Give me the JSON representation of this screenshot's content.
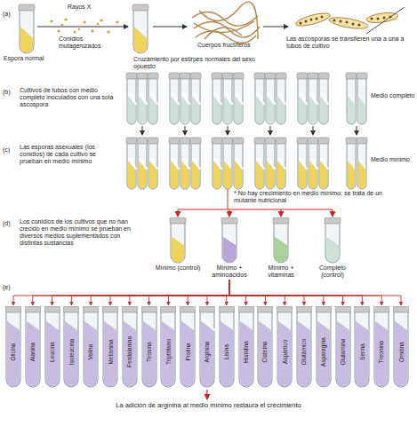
{
  "diagram": {
    "caption": "La adición de arginina al medio mínimo restaura el crecimiento",
    "nodes": [
      {
        "text": [
          "Mínimo (control)"
        ]
      },
      {
        "text": [
          "Mínimo + aminoácidos"
        ]
      },
      {
        "text": [
          "Mínimo + vitaminas"
        ]
      },
      {
        "text": [
          "Completo (control)"
        ]
      },
      {
        "text": [
          "Glicina"
        ]
      },
      {
        "text": [
          "Alanina"
        ]
      },
      {
        "text": [
          "Leucina"
        ]
      },
      {
        "text": [
          "Isoleucina"
        ]
      },
      {
        "text": [
          "Valina"
        ]
      },
      {
        "text": [
          "Metionina"
        ]
      },
      {
        "text": [
          "Fenilalanina"
        ]
      },
      {
        "text": [
          "Tirosina"
        ]
      },
      {
        "text": [
          "Triptófano"
        ]
      },
      {
        "text": [
          "Prolina"
        ]
      },
      {
        "text": [
          "Arginina"
        ]
      },
      {
        "text": [
          "Lisina"
        ]
      },
      {
        "text": [
          "Histidina"
        ]
      },
      {
        "text": [
          "Cisteína"
        ]
      },
      {
        "text": [
          "Aspártico"
        ]
      },
      {
        "text": [
          "Glutámico"
        ]
      },
      {
        "text": [
          "Asparagina"
        ]
      },
      {
        "text": [
          "Glutamina"
        ]
      },
      {
        "text": [
          "Serina"
        ]
      },
      {
        "text": [
          "Treonina"
        ]
      },
      {
        "text": [
          "Ornitina"
        ]
      }
    ],
    "edges": [
      {
        "from": 1,
        "to": 4,
        "arrow": "to"
      },
      {
        "from": 1,
        "to": 5,
        "arrow": "to"
      },
      {
        "from": 1,
        "to": 6,
        "arrow": "to"
      },
      {
        "from": 1,
        "to": 7,
        "arrow": "to"
      },
      {
        "from": 1,
        "to": 8,
        "arrow": "to"
      },
      {
        "from": 1,
        "to": 9,
        "arrow": "to"
      },
      {
        "from": 1,
        "to": 10,
        "arrow": "to"
      },
      {
        "from": 1,
        "to": 11,
        "arrow": "to"
      },
      {
        "from": 1,
        "to": 12,
        "arrow": "to"
      },
      {
        "from": 1,
        "to": 13,
        "arrow": "to"
      },
      {
        "from": 1,
        "to": 14,
        "arrow": "to"
      },
      {
        "from": 1,
        "to": 15,
        "arrow": "to"
      },
      {
        "from": 1,
        "to": 16,
        "arrow": "to"
      },
      {
        "from": 1,
        "to": 17,
        "arrow": "to"
      },
      {
        "from": 1,
        "to": 18,
        "arrow": "to"
      },
      {
        "from": 1,
        "to": 19,
        "arrow": "to"
      },
      {
        "from": 1,
        "to": 20,
        "arrow": "to"
      },
      {
        "from": 1,
        "to": 21,
        "arrow": "to"
      },
      {
        "from": 1,
        "to": 22,
        "arrow": "to"
      },
      {
        "from": 1,
        "to": 23,
        "arrow": "to"
      },
      {
        "from": 1,
        "to": 24,
        "arrow": "to"
      }
    ],
    "labels": [
      "(a)",
      "Espora normal",
      "Rayos X",
      "Conidios mutagenizados",
      "Cuerpos fructíferos",
      "Las ascosporas se transfieren una a una a tubos de cultivo",
      "Cruzamiento por estirpes normales del sexo opuesto",
      "(b)",
      "Cultivos de tubos con medio completo inoculados con una sola ascospora",
      "Medio completo",
      "(c)",
      "Las esporas asexuales (los conidios) de cada cultivo se prueban en medio mínimo",
      "Medio mínimo",
      "* No hay crecimiento en medio mínimo: se trata de un mutante nutricional",
      "(d)",
      "Los conidios de los cultivos que no han crecido en medio mínimo se prueban en diversos medios suplementados con distintas sustancias",
      "(e)"
    ]
  }
}
